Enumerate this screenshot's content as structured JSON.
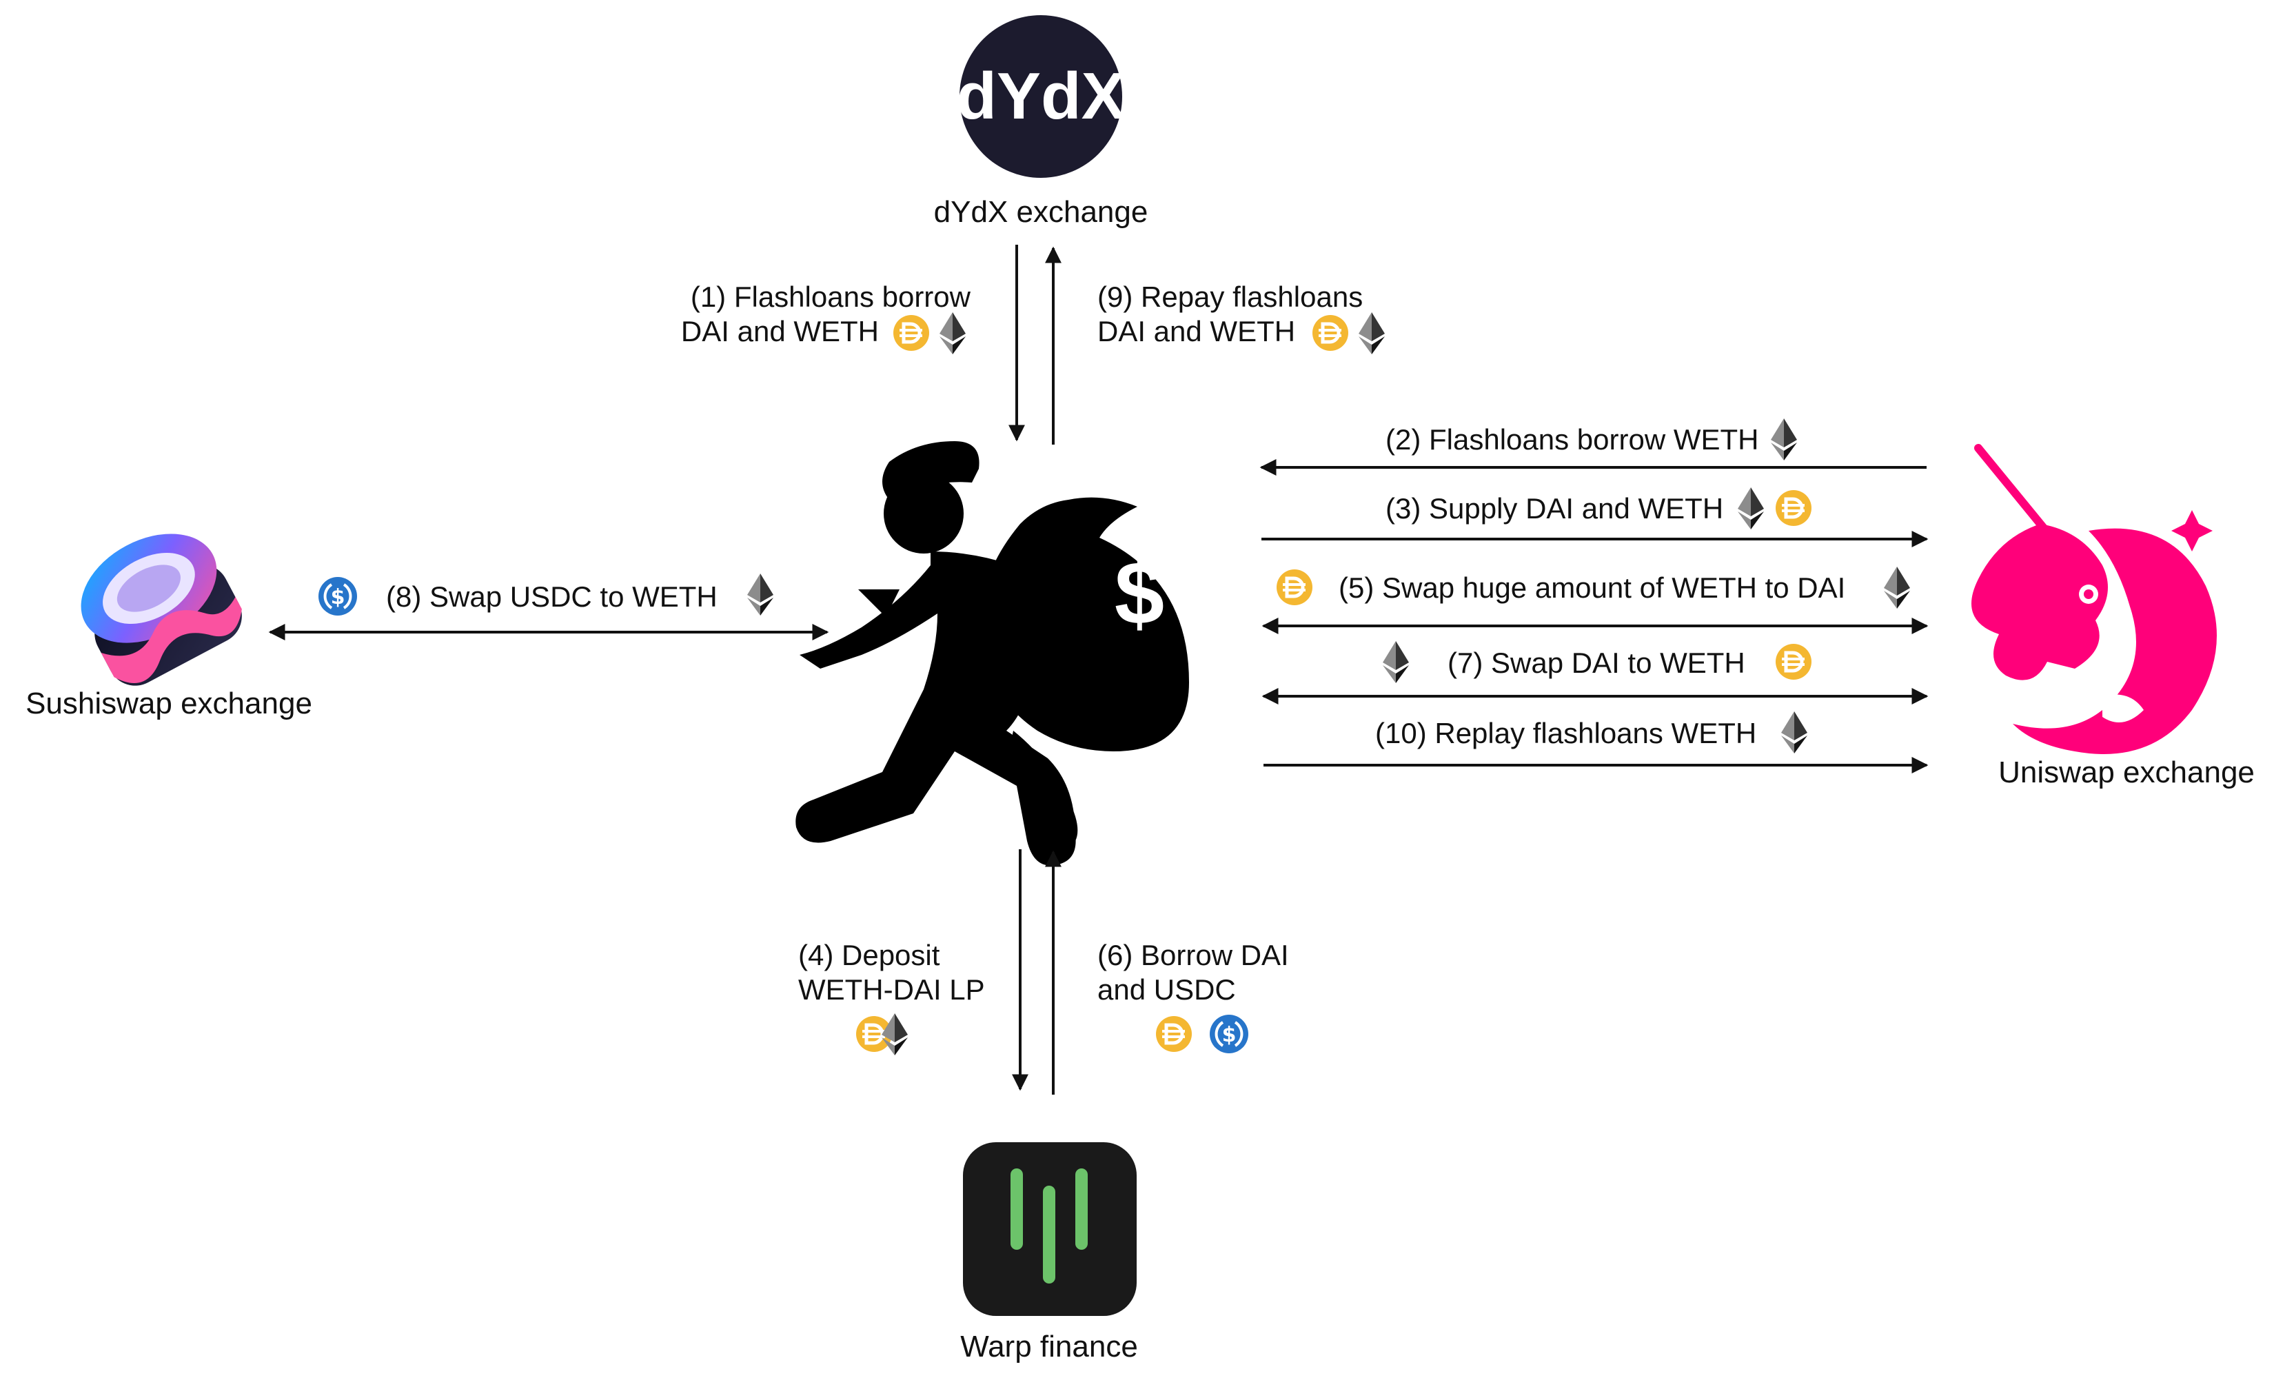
{
  "nodes": {
    "dydx": {
      "logo_text": "dYdX",
      "label": "dYdX exchange"
    },
    "sushiswap": {
      "label": "Sushiswap exchange"
    },
    "uniswap": {
      "label": "Uniswap exchange"
    },
    "warp": {
      "label": "Warp finance"
    },
    "attacker": {
      "symbol": "$"
    }
  },
  "steps": {
    "s1": {
      "line1": "(1) Flashloans borrow",
      "line2": "DAI and WETH"
    },
    "s9": {
      "line1": "(9) Repay flashloans",
      "line2": "DAI and WETH"
    },
    "s2": {
      "text": "(2) Flashloans borrow WETH"
    },
    "s3": {
      "text": "(3) Supply DAI and WETH"
    },
    "s5": {
      "text": "(5) Swap huge amount of  WETH to DAI"
    },
    "s7": {
      "text": "(7) Swap DAI to WETH"
    },
    "s10": {
      "text": "(10) Replay flashloans WETH"
    },
    "s8": {
      "text": "(8) Swap USDC to WETH"
    },
    "s4": {
      "line1": "(4) Deposit",
      "line2": "WETH-DAI LP"
    },
    "s6": {
      "line1": "(6) Borrow DAI",
      "line2": "and USDC"
    }
  },
  "colors": {
    "dai": "#F4B731",
    "usdc": "#2775CA",
    "eth": "#343434",
    "uniswap": "#FF007A",
    "warp_bar": "#6CC36A",
    "dydx_bg": "#1C1B2E"
  },
  "icons": [
    "dai-icon",
    "eth-icon",
    "usdc-icon",
    "thief-icon",
    "sushiswap-logo",
    "uniswap-logo",
    "warp-logo",
    "dydx-logo"
  ]
}
